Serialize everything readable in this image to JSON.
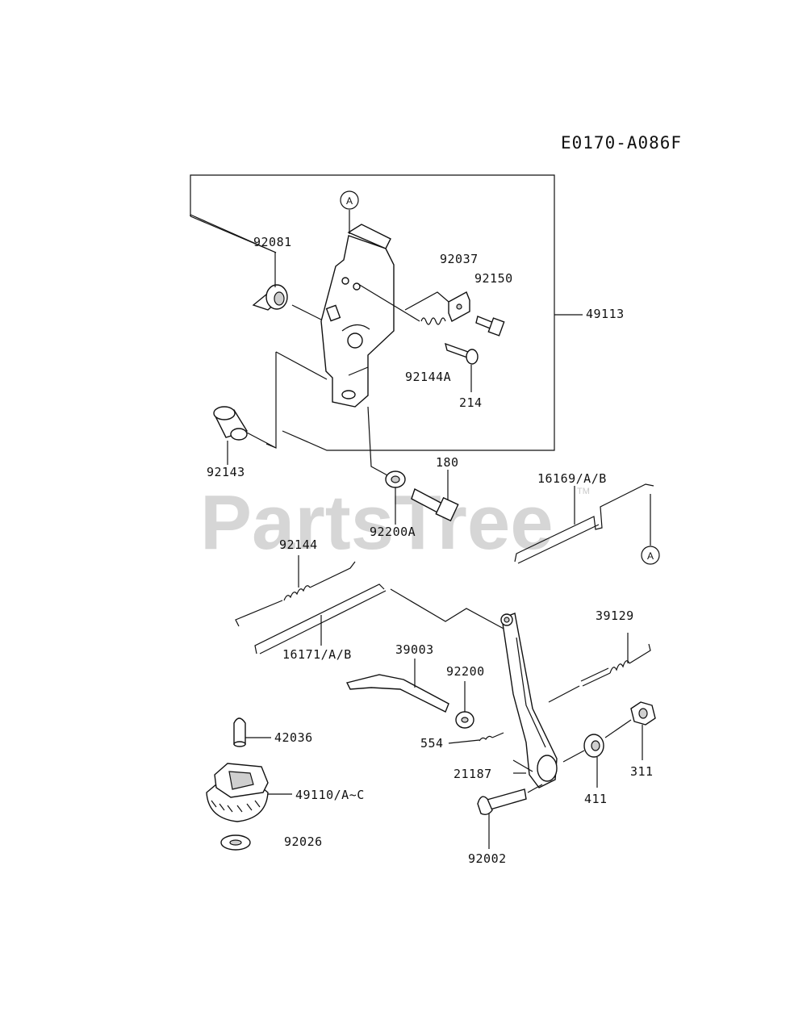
{
  "diagram_code": "E0170-A086F",
  "watermark": {
    "text": "PartsTree",
    "tm": "TM"
  },
  "ref_marker": "A",
  "part_labels": [
    {
      "id": "p92081",
      "text": "92081"
    },
    {
      "id": "p92037",
      "text": "92037"
    },
    {
      "id": "p92150",
      "text": "92150"
    },
    {
      "id": "p49113",
      "text": "49113"
    },
    {
      "id": "p92144A",
      "text": "92144A"
    },
    {
      "id": "p214",
      "text": "214"
    },
    {
      "id": "p92143",
      "text": "92143"
    },
    {
      "id": "p180",
      "text": "180"
    },
    {
      "id": "p92200A",
      "text": "92200A"
    },
    {
      "id": "p16169",
      "text": "16169/A/B"
    },
    {
      "id": "p92144",
      "text": "92144"
    },
    {
      "id": "p16171",
      "text": "16171/A/B"
    },
    {
      "id": "p39129",
      "text": "39129"
    },
    {
      "id": "p39003",
      "text": "39003"
    },
    {
      "id": "p92200",
      "text": "92200"
    },
    {
      "id": "p42036",
      "text": "42036"
    },
    {
      "id": "p554",
      "text": "554"
    },
    {
      "id": "p21187",
      "text": "21187"
    },
    {
      "id": "p49110",
      "text": "49110/A~C"
    },
    {
      "id": "p411",
      "text": "411"
    },
    {
      "id": "p311",
      "text": "311"
    },
    {
      "id": "p92026",
      "text": "92026"
    },
    {
      "id": "p92002",
      "text": "92002"
    }
  ]
}
